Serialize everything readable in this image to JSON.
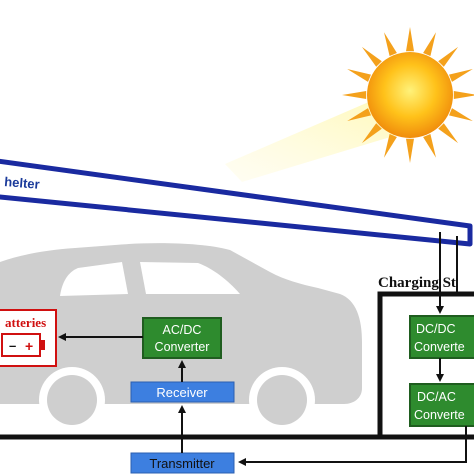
{
  "shelter": {
    "label": "helter"
  },
  "charging_station": {
    "label": "Charging St"
  },
  "batteries": {
    "label": "atteries",
    "minus": "–",
    "plus": "+"
  },
  "vehicle": {
    "acdc_line1": "AC/DC",
    "acdc_line2": "Converter",
    "receiver": "Receiver"
  },
  "station": {
    "dcdc_line1": "DC/DC",
    "dcdc_line2": "Converte",
    "dcac_line1": "DC/AC",
    "dcac_line2": "Converte"
  },
  "transmitter": {
    "label": "Transmitter"
  },
  "colors": {
    "sun_core": "#f7c21a",
    "sun_rays": "#f4a11c",
    "beam": "#fff4a8",
    "shelter_border": "#1a2aa0",
    "shelter_text": "#1a3a9a",
    "car": "#cfcfcf",
    "green_box": "#2e8b2e",
    "green_border": "#1f5d1f",
    "blue_box": "#3d7fe0",
    "red": "#d01010",
    "black": "#111111"
  }
}
